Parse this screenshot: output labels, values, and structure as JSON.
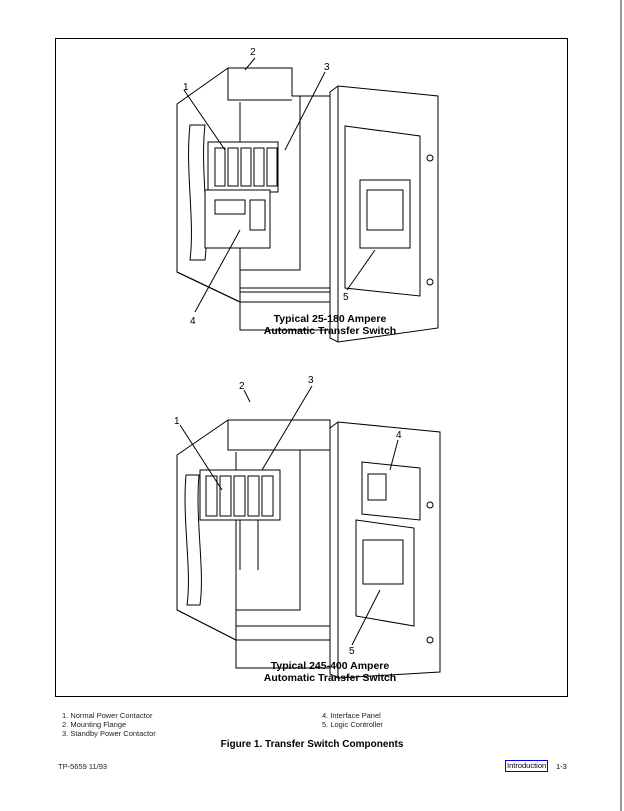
{
  "figure_top": {
    "caption_line1": "Typical 25-180 Ampere",
    "caption_line2": "Automatic Transfer Switch",
    "callouts": [
      "1",
      "2",
      "3",
      "4",
      "5"
    ]
  },
  "figure_bottom": {
    "caption_line1": "Typical 245-400 Ampere",
    "caption_line2": "Automatic Transfer Switch",
    "callouts": [
      "1",
      "2",
      "3",
      "4",
      "5"
    ]
  },
  "legend": {
    "left": [
      "1.  Normal Power Contactor",
      "2.  Mounting Flange",
      "3.  Standby Power Contactor"
    ],
    "right": [
      "4.  Interface Panel",
      "5.  Logic Controller"
    ]
  },
  "figure_title": "Figure 1. Transfer Switch Components",
  "footer": {
    "doc_id": "TP-5659  11/93",
    "section_link": "Introduction",
    "page_number": "1-3"
  }
}
